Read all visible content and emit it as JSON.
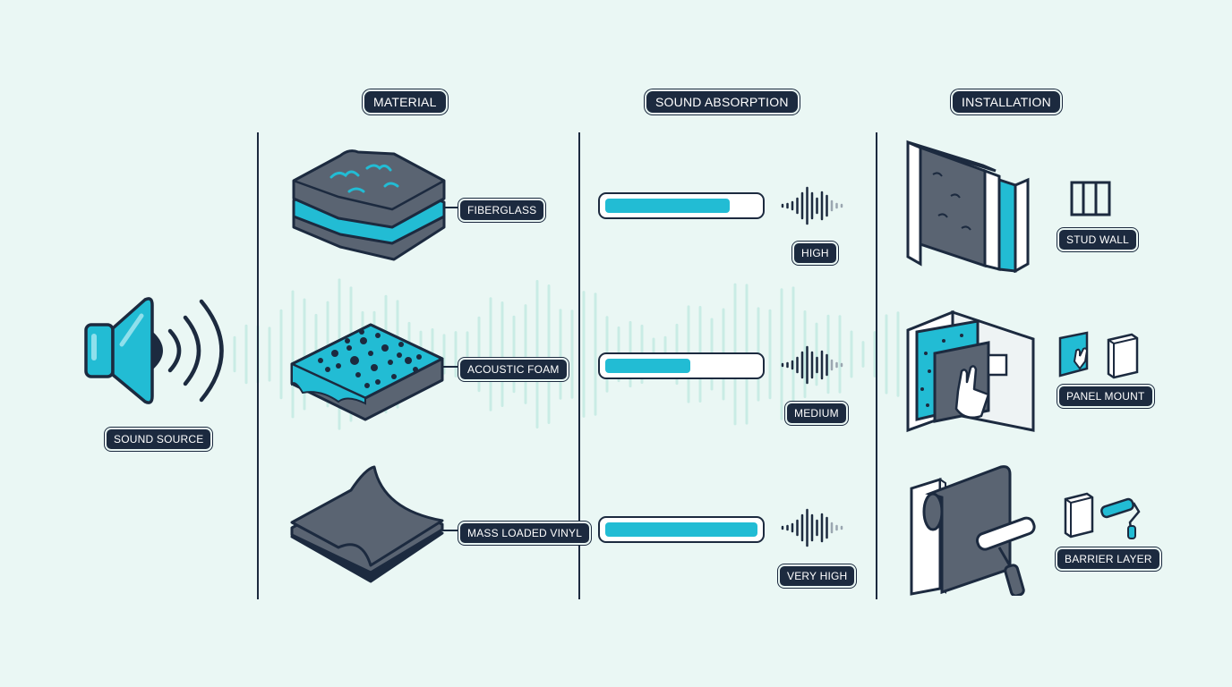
{
  "headers": {
    "material": "MATERIAL",
    "sound_absorption": "SOUND ABSORPTION",
    "installation": "INSTALLATION"
  },
  "source": {
    "label": "SOUND SOURCE",
    "icon": "speaker-icon"
  },
  "rows": [
    {
      "material": "FIBERGLASS",
      "absorption": "HIGH",
      "absorption_fraction": 0.82,
      "installation": "STUD WALL"
    },
    {
      "material": "ACOUSTIC FOAM",
      "absorption": "MEDIUM",
      "absorption_fraction": 0.56,
      "installation": "PANEL MOUNT"
    },
    {
      "material": "MASS LOADED VINYL",
      "absorption": "VERY HIGH",
      "absorption_fraction": 1.0,
      "installation": "BARRIER LAYER"
    }
  ],
  "colors": {
    "accent": "#22bcd4",
    "dark": "#1c2a3f",
    "material_gray": "#5a6472",
    "background": "#eaf7f4"
  }
}
